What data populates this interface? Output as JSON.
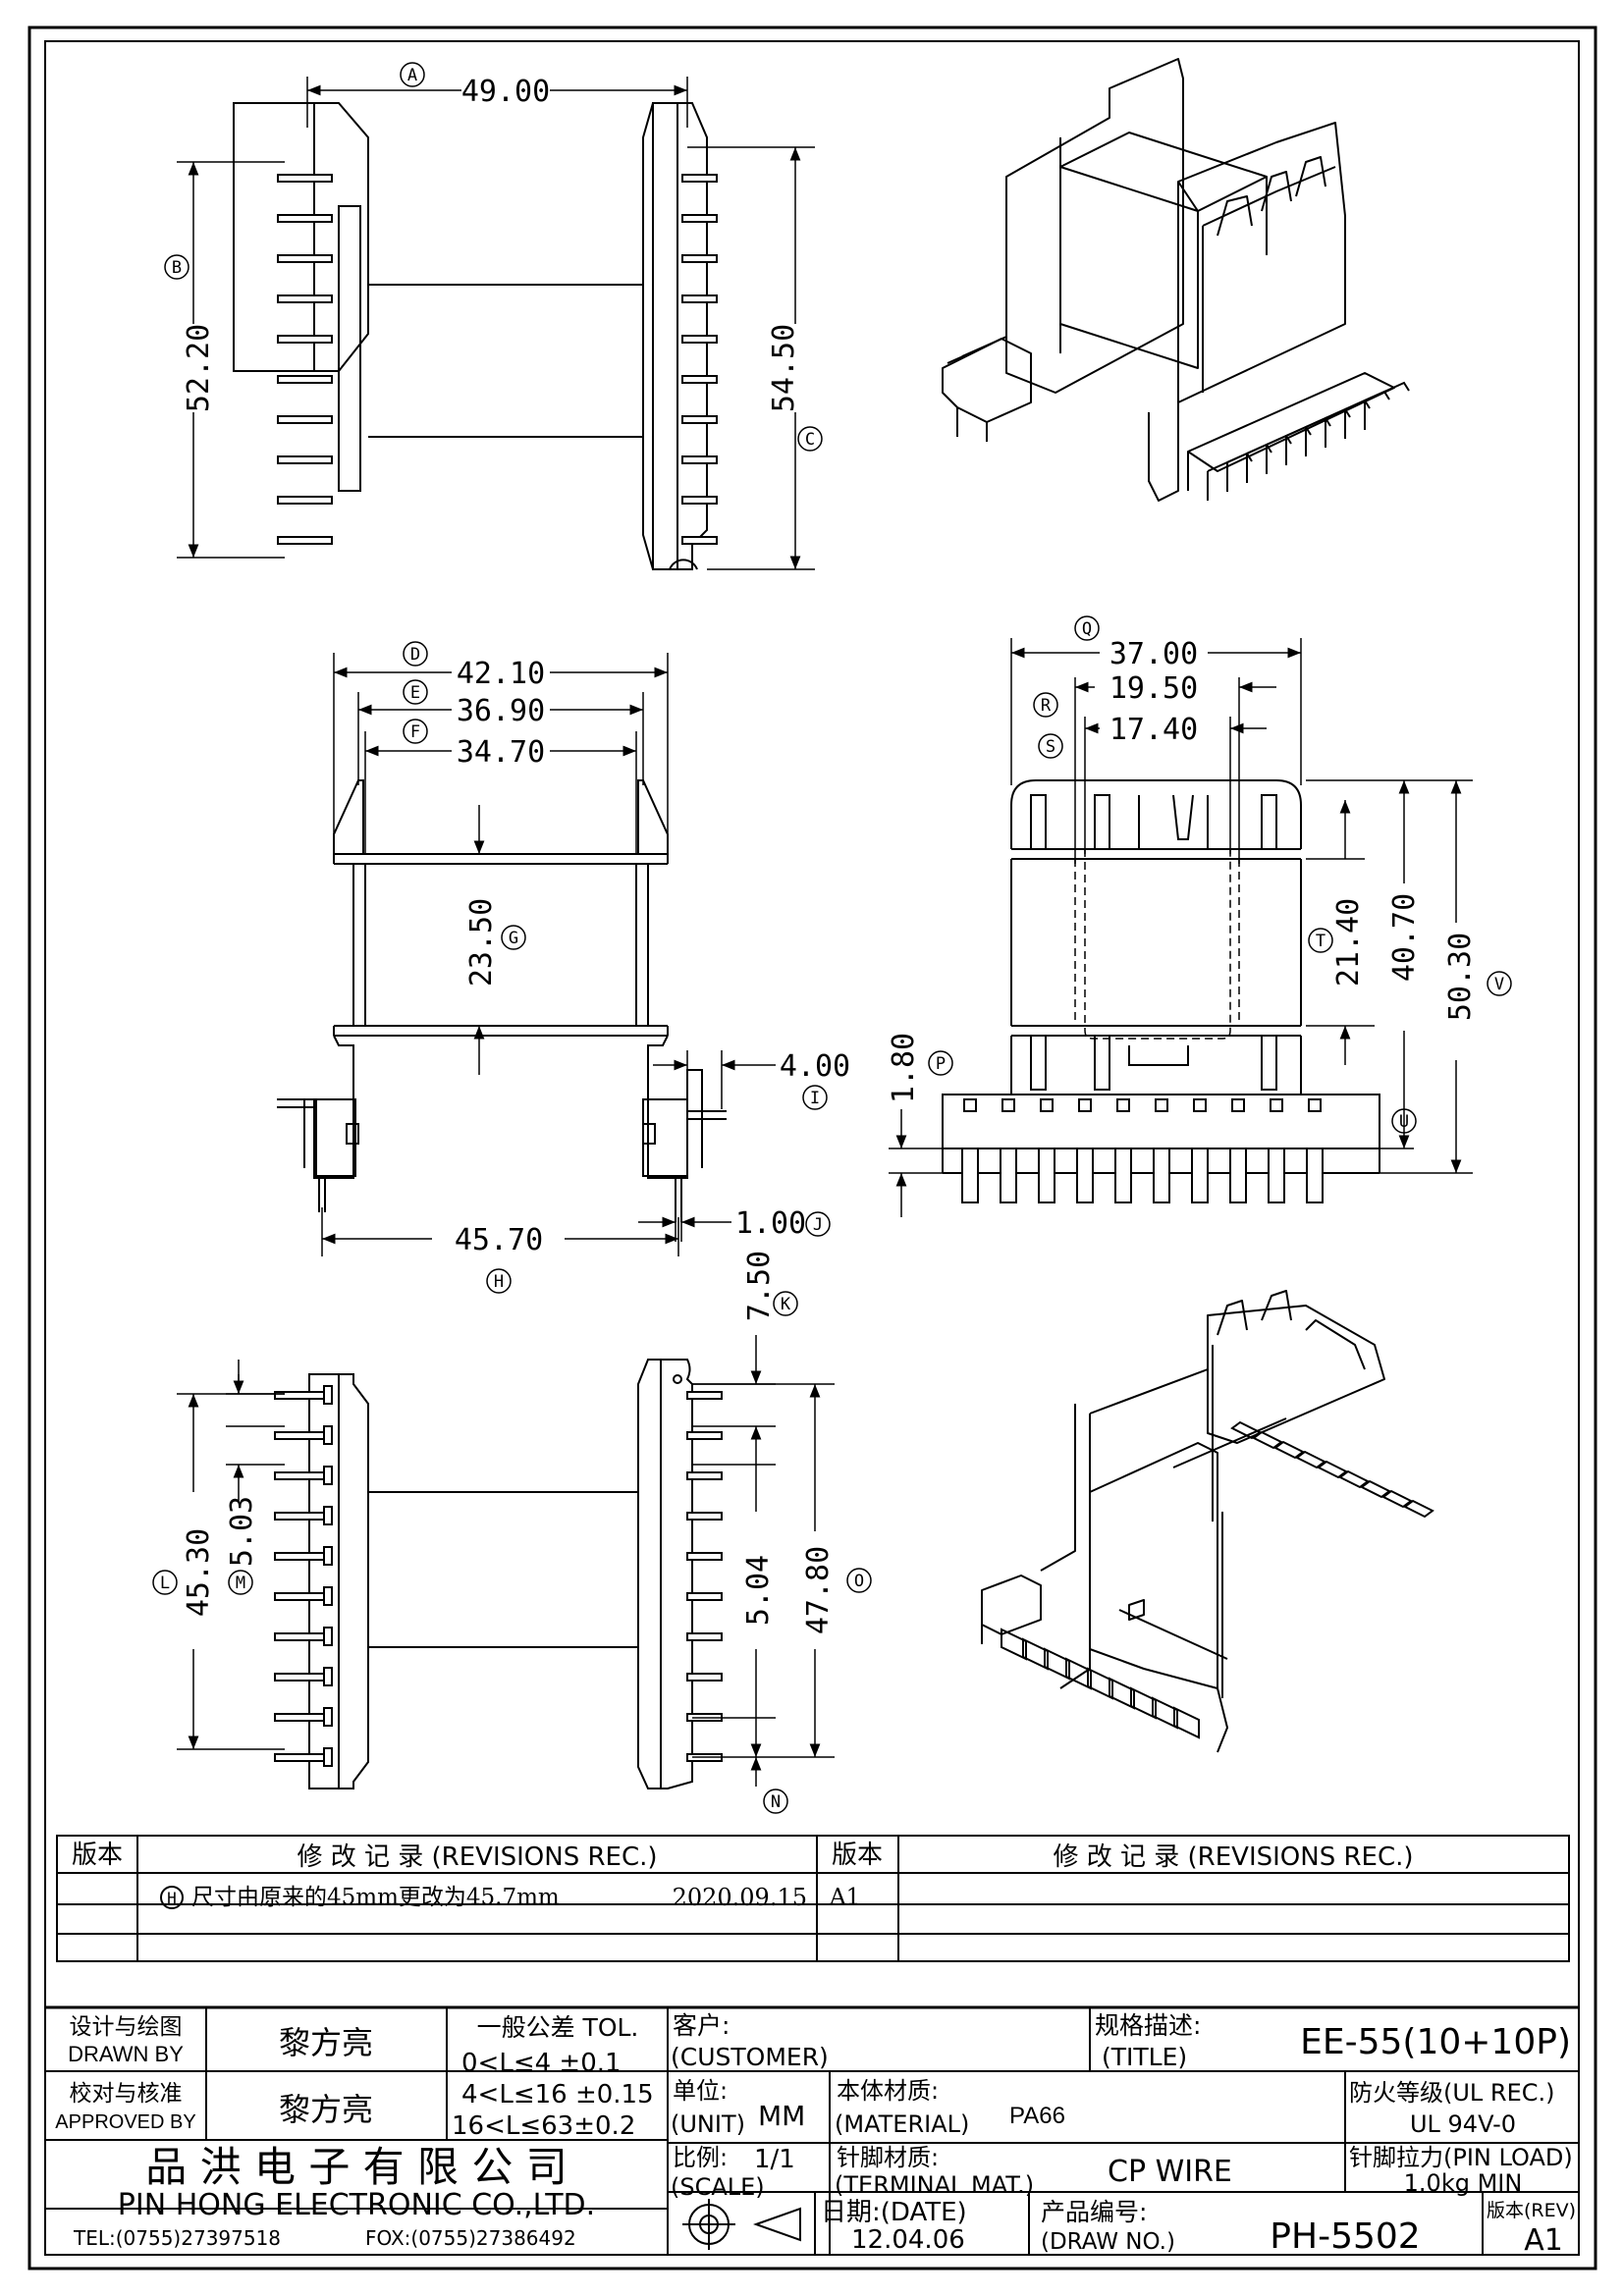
{
  "dims": {
    "A": "49.00",
    "B": "52.20",
    "C": "54.50",
    "D": "42.10",
    "E": "36.90",
    "F": "34.70",
    "G": "23.50",
    "H": "45.70",
    "I": "4.00",
    "J": "1.00",
    "K": "7.50",
    "L": "45.30",
    "M": "5.03",
    "N_val": "5.04",
    "O": "47.80",
    "P": "1.80",
    "Q": "37.00",
    "R": "19.50",
    "S": "17.40",
    "T": "21.40",
    "U": "40.70",
    "V": "50.30"
  },
  "markers": [
    "A",
    "B",
    "C",
    "D",
    "E",
    "F",
    "G",
    "H",
    "I",
    "J",
    "K",
    "L",
    "M",
    "N",
    "O",
    "P",
    "Q",
    "R",
    "S",
    "T",
    "U",
    "V"
  ],
  "revisions": {
    "header_ver": "版本",
    "header_rec": "修 改 记 录  (REVISIONS REC.)",
    "row1_text": "尺寸由原来的45mm更改为45.7mm",
    "row1_marker": "H",
    "row1_date": "2020.09.15",
    "row1_ver": "A1"
  },
  "title_block": {
    "drawn_label_cn": "设计与绘图",
    "drawn_label_en": "DRAWN BY",
    "drawn_name": "黎方亮",
    "approved_label_cn": "校对与核准",
    "approved_label_en": "APPROVED BY",
    "approved_name": "黎方亮",
    "tol_title": "一般公差 TOL.",
    "tol_1": "0<L≤4  ±0.1",
    "tol_2": "4<L≤16 ±0.15",
    "tol_3": "16<L≤63±0.2",
    "customer_cn": "客户:",
    "customer_en": "(CUSTOMER)",
    "spec_cn": "规格描述:",
    "spec_en": "(TITLE)",
    "title_value": "EE-55(10+10P)",
    "unit_cn": "单位:",
    "unit_en": "(UNIT)",
    "unit_value": "MM",
    "material_cn": "本体材质:",
    "material_en": "(MATERIAL)",
    "material_value": "PA66",
    "ul_label": "防火等级(UL REC.)",
    "ul_value": "UL 94V-0",
    "company_cn": "品 洪 电 子 有 限 公 司",
    "company_en": "PIN HONG ELECTRONIC CO.,LTD.",
    "tel": "TEL:(0755)27397518",
    "fax": "FOX:(0755)27386492",
    "scale_cn": "比例:",
    "scale_value": "1/1",
    "scale_en": "(SCALE)",
    "terminal_cn": "针脚材质:",
    "terminal_en": "(TERMINAL MAT.)",
    "terminal_value": "CP WIRE",
    "pinload_label": "针脚拉力(PIN LOAD)",
    "pinload_value": "1.0kg MIN",
    "date_cn": "日期:(DATE)",
    "date_value": "12.04.06",
    "drawno_cn": "产品编号:",
    "drawno_en": "(DRAW NO.)",
    "drawno_value": "PH-5502",
    "rev_label": "版本(REV)",
    "rev_value": "A1"
  }
}
